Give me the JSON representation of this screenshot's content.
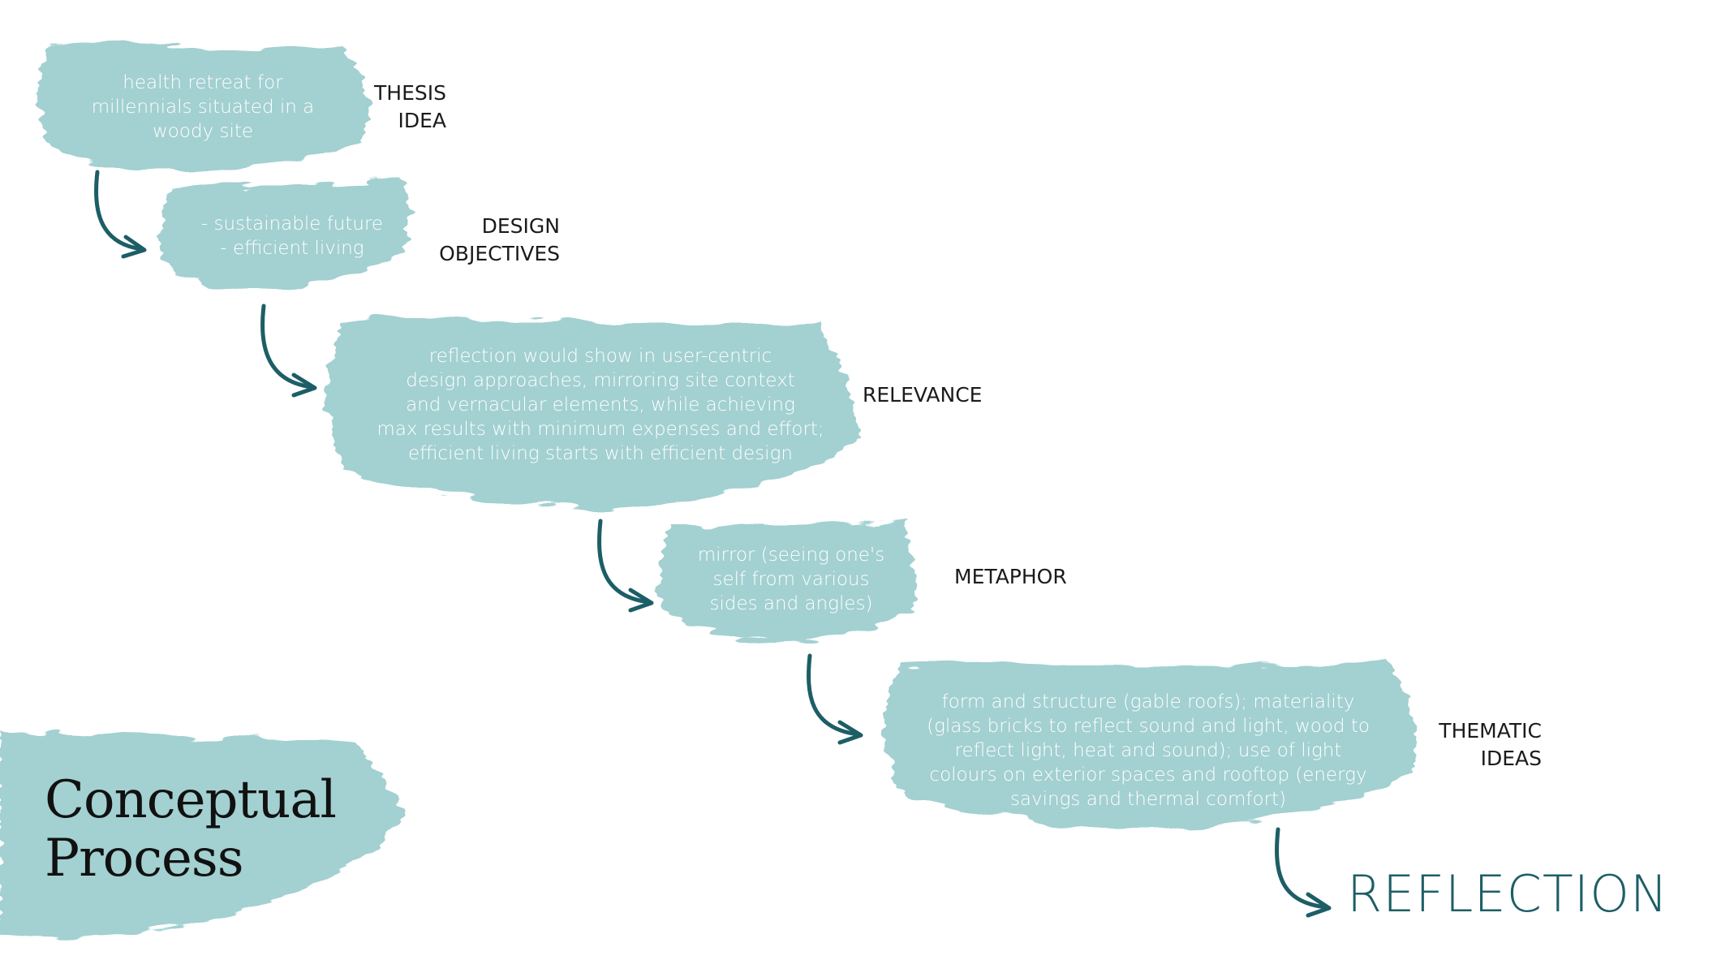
{
  "colors": {
    "brush": "#a3d0d1",
    "arrow": "#1d5e66",
    "text": "#1b1b1b"
  },
  "steps": [
    {
      "box_text": "health  retreat for\nmillennials situated in a\nwoody site",
      "label": "THESIS\nIDEA"
    },
    {
      "box_text": "- sustainable future\n- efficient living",
      "label": "DESIGN\nOBJECTIVES"
    },
    {
      "box_text": "reflection would show in user-centric\ndesign approaches, mirroring site context\nand vernacular elements, while achieving\nmax results with minimum expenses and effort;\nefficient living starts with efficient design",
      "label": "RELEVANCE"
    },
    {
      "box_text": "mirror (seeing one's\nself from various\nsides and angles)",
      "label": "METAPHOR"
    },
    {
      "box_text": "form and structure (gable roofs); materiality\n(glass bricks to reflect sound and light, wood to\nreflect light, heat and sound); use of light\ncolours on exterior spaces and rooftop (energy\nsavings and thermal comfort)",
      "label": "THEMATIC\nIDEAS"
    }
  ],
  "title": "Conceptual\nProcess",
  "result": "REFLECTION"
}
